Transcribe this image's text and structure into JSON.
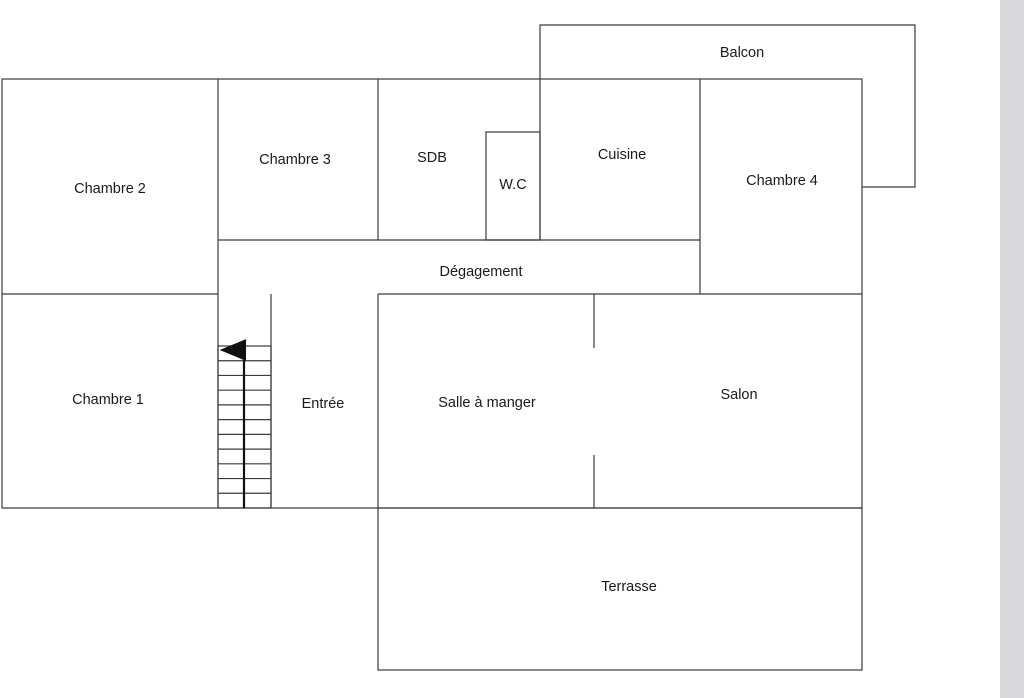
{
  "rooms": {
    "balcon": "Balcon",
    "chambre2": "Chambre 2",
    "chambre3": "Chambre 3",
    "sdb": "SDB",
    "wc": "W.C",
    "cuisine": "Cuisine",
    "chambre4": "Chambre 4",
    "degagement": "Dégagement",
    "chambre1": "Chambre 1",
    "entree": "Entrée",
    "salle_a_manger": "Salle à manger",
    "salon": "Salon",
    "terrasse": "Terrasse"
  },
  "stairs": {
    "steps": 11,
    "direction": "up"
  },
  "colors": {
    "wall": "#3a3a3a",
    "text": "#1a1a1a",
    "side_strip": "#d9d9dc"
  }
}
